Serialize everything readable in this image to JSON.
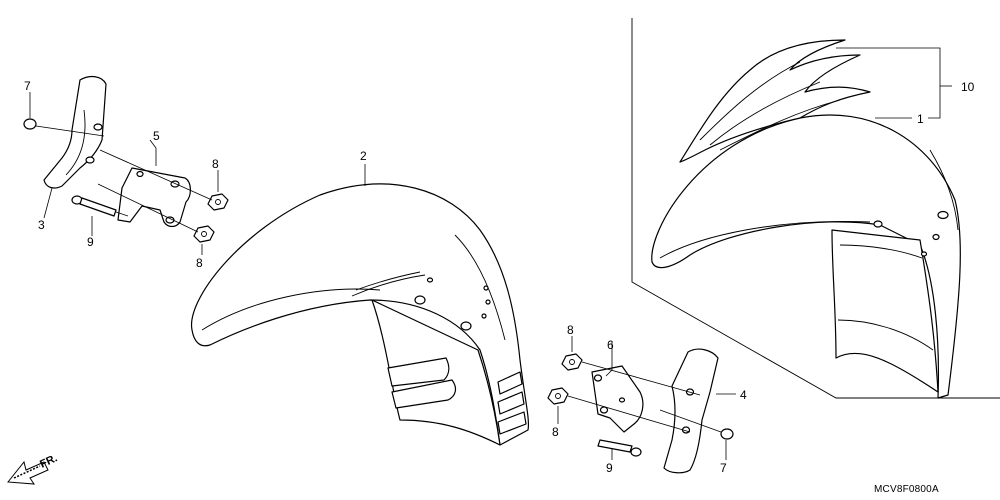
{
  "callouts": {
    "c1": "1",
    "c2": "2",
    "c3": "3",
    "c4": "4",
    "c5": "5",
    "c6": "6",
    "c7a": "7",
    "c7b": "7",
    "c8a": "8",
    "c8b": "8",
    "c8c": "8",
    "c8d": "8",
    "c9a": "9",
    "c9b": "9",
    "c10": "10"
  },
  "front_indicator": "FR.",
  "diagram_code": "MCV8F0800A"
}
